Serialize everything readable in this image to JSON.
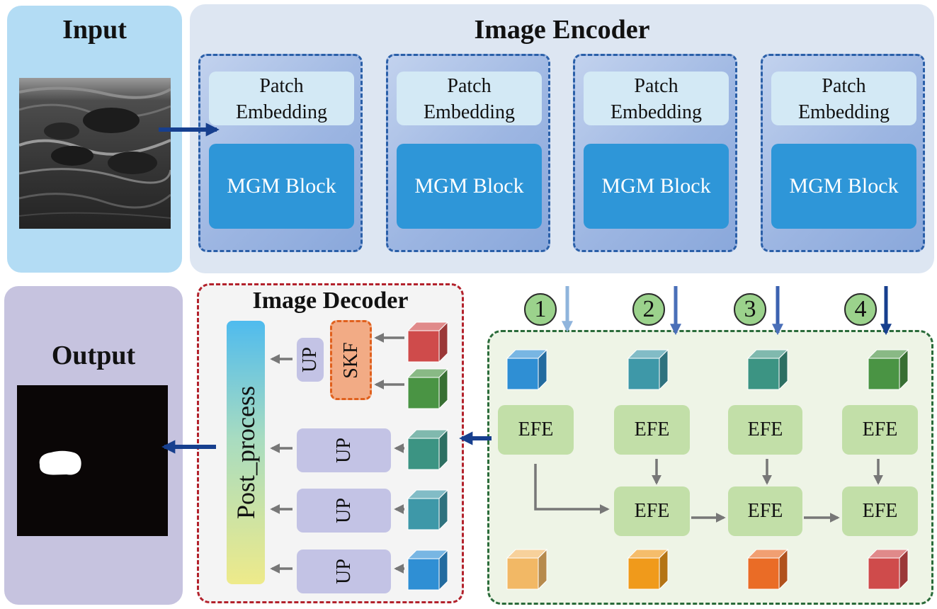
{
  "input": {
    "title": "Input"
  },
  "encoder": {
    "title": "Image Encoder",
    "blocks": [
      {
        "patch_line1": "Patch",
        "patch_line2": "Embedding",
        "block": "MGM Block"
      },
      {
        "patch_line1": "Patch",
        "patch_line2": "Embedding",
        "block": "MGM Block"
      },
      {
        "patch_line1": "Patch",
        "patch_line2": "Embedding",
        "block": "MGM Block"
      },
      {
        "patch_line1": "Patch",
        "patch_line2": "Embedding",
        "block": "MGM Block"
      }
    ]
  },
  "output": {
    "title": "Output"
  },
  "decoder": {
    "title": "Image Decoder",
    "post_process": "Post_process",
    "up_label": "UP",
    "skf_label": "SKF"
  },
  "efe": {
    "label": "EFE",
    "stage_numbers": [
      "1",
      "2",
      "3",
      "4"
    ]
  },
  "colors": {
    "encoder_arrow": "#173f8e",
    "gray_arrow": "#777777",
    "cube_blue": "#2f8fd4",
    "cube_teal": "#3e98a8",
    "cube_seagreen": "#3c9483",
    "cube_green": "#4a9444",
    "cube_lightorange": "#f2b865",
    "cube_orange": "#f09a1b",
    "cube_darkorange": "#ea6c26",
    "cube_red": "#cf4b4b"
  }
}
